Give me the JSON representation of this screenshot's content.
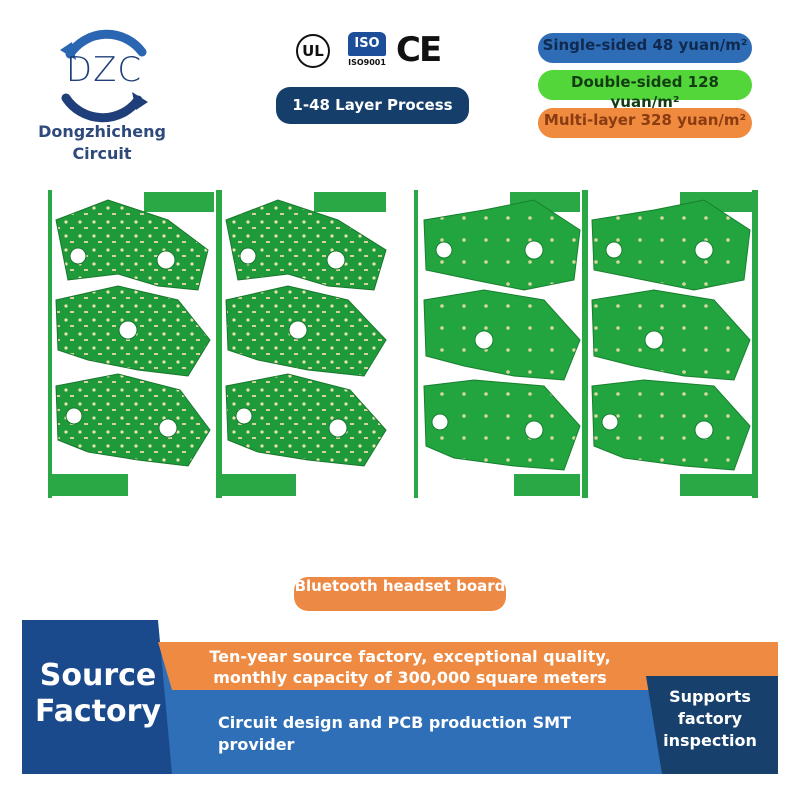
{
  "brand": {
    "logo_text": "DZC",
    "company_name": "Dongzhicheng Circuit",
    "colors": {
      "navy": "#153e6a",
      "blue": "#2e6db5",
      "green": "#52d63a",
      "orange": "#f08a3e",
      "pcb_green": "#1f9a3a"
    }
  },
  "certifications": {
    "ul_icon": "ul-mark-icon",
    "iso_label": "ISO",
    "iso_sub": "ISO9001",
    "ce_label": "CE"
  },
  "process": {
    "label": "1-48 Layer Process"
  },
  "pricing": [
    {
      "label": "Single-sided 48 yuan/m²"
    },
    {
      "label": "Double-sided 128 yuan/m²"
    },
    {
      "label": "Multi-layer 328 yuan/m²"
    }
  ],
  "product": {
    "label": "Bluetooth headset board"
  },
  "footer": {
    "source_factory": "Source Factory",
    "tagline": "Ten-year source factory, exceptional quality, monthly capacity of 300,000 square meters",
    "provider": "Circuit design and PCB production SMT provider",
    "inspection": "Supports factory inspection"
  }
}
